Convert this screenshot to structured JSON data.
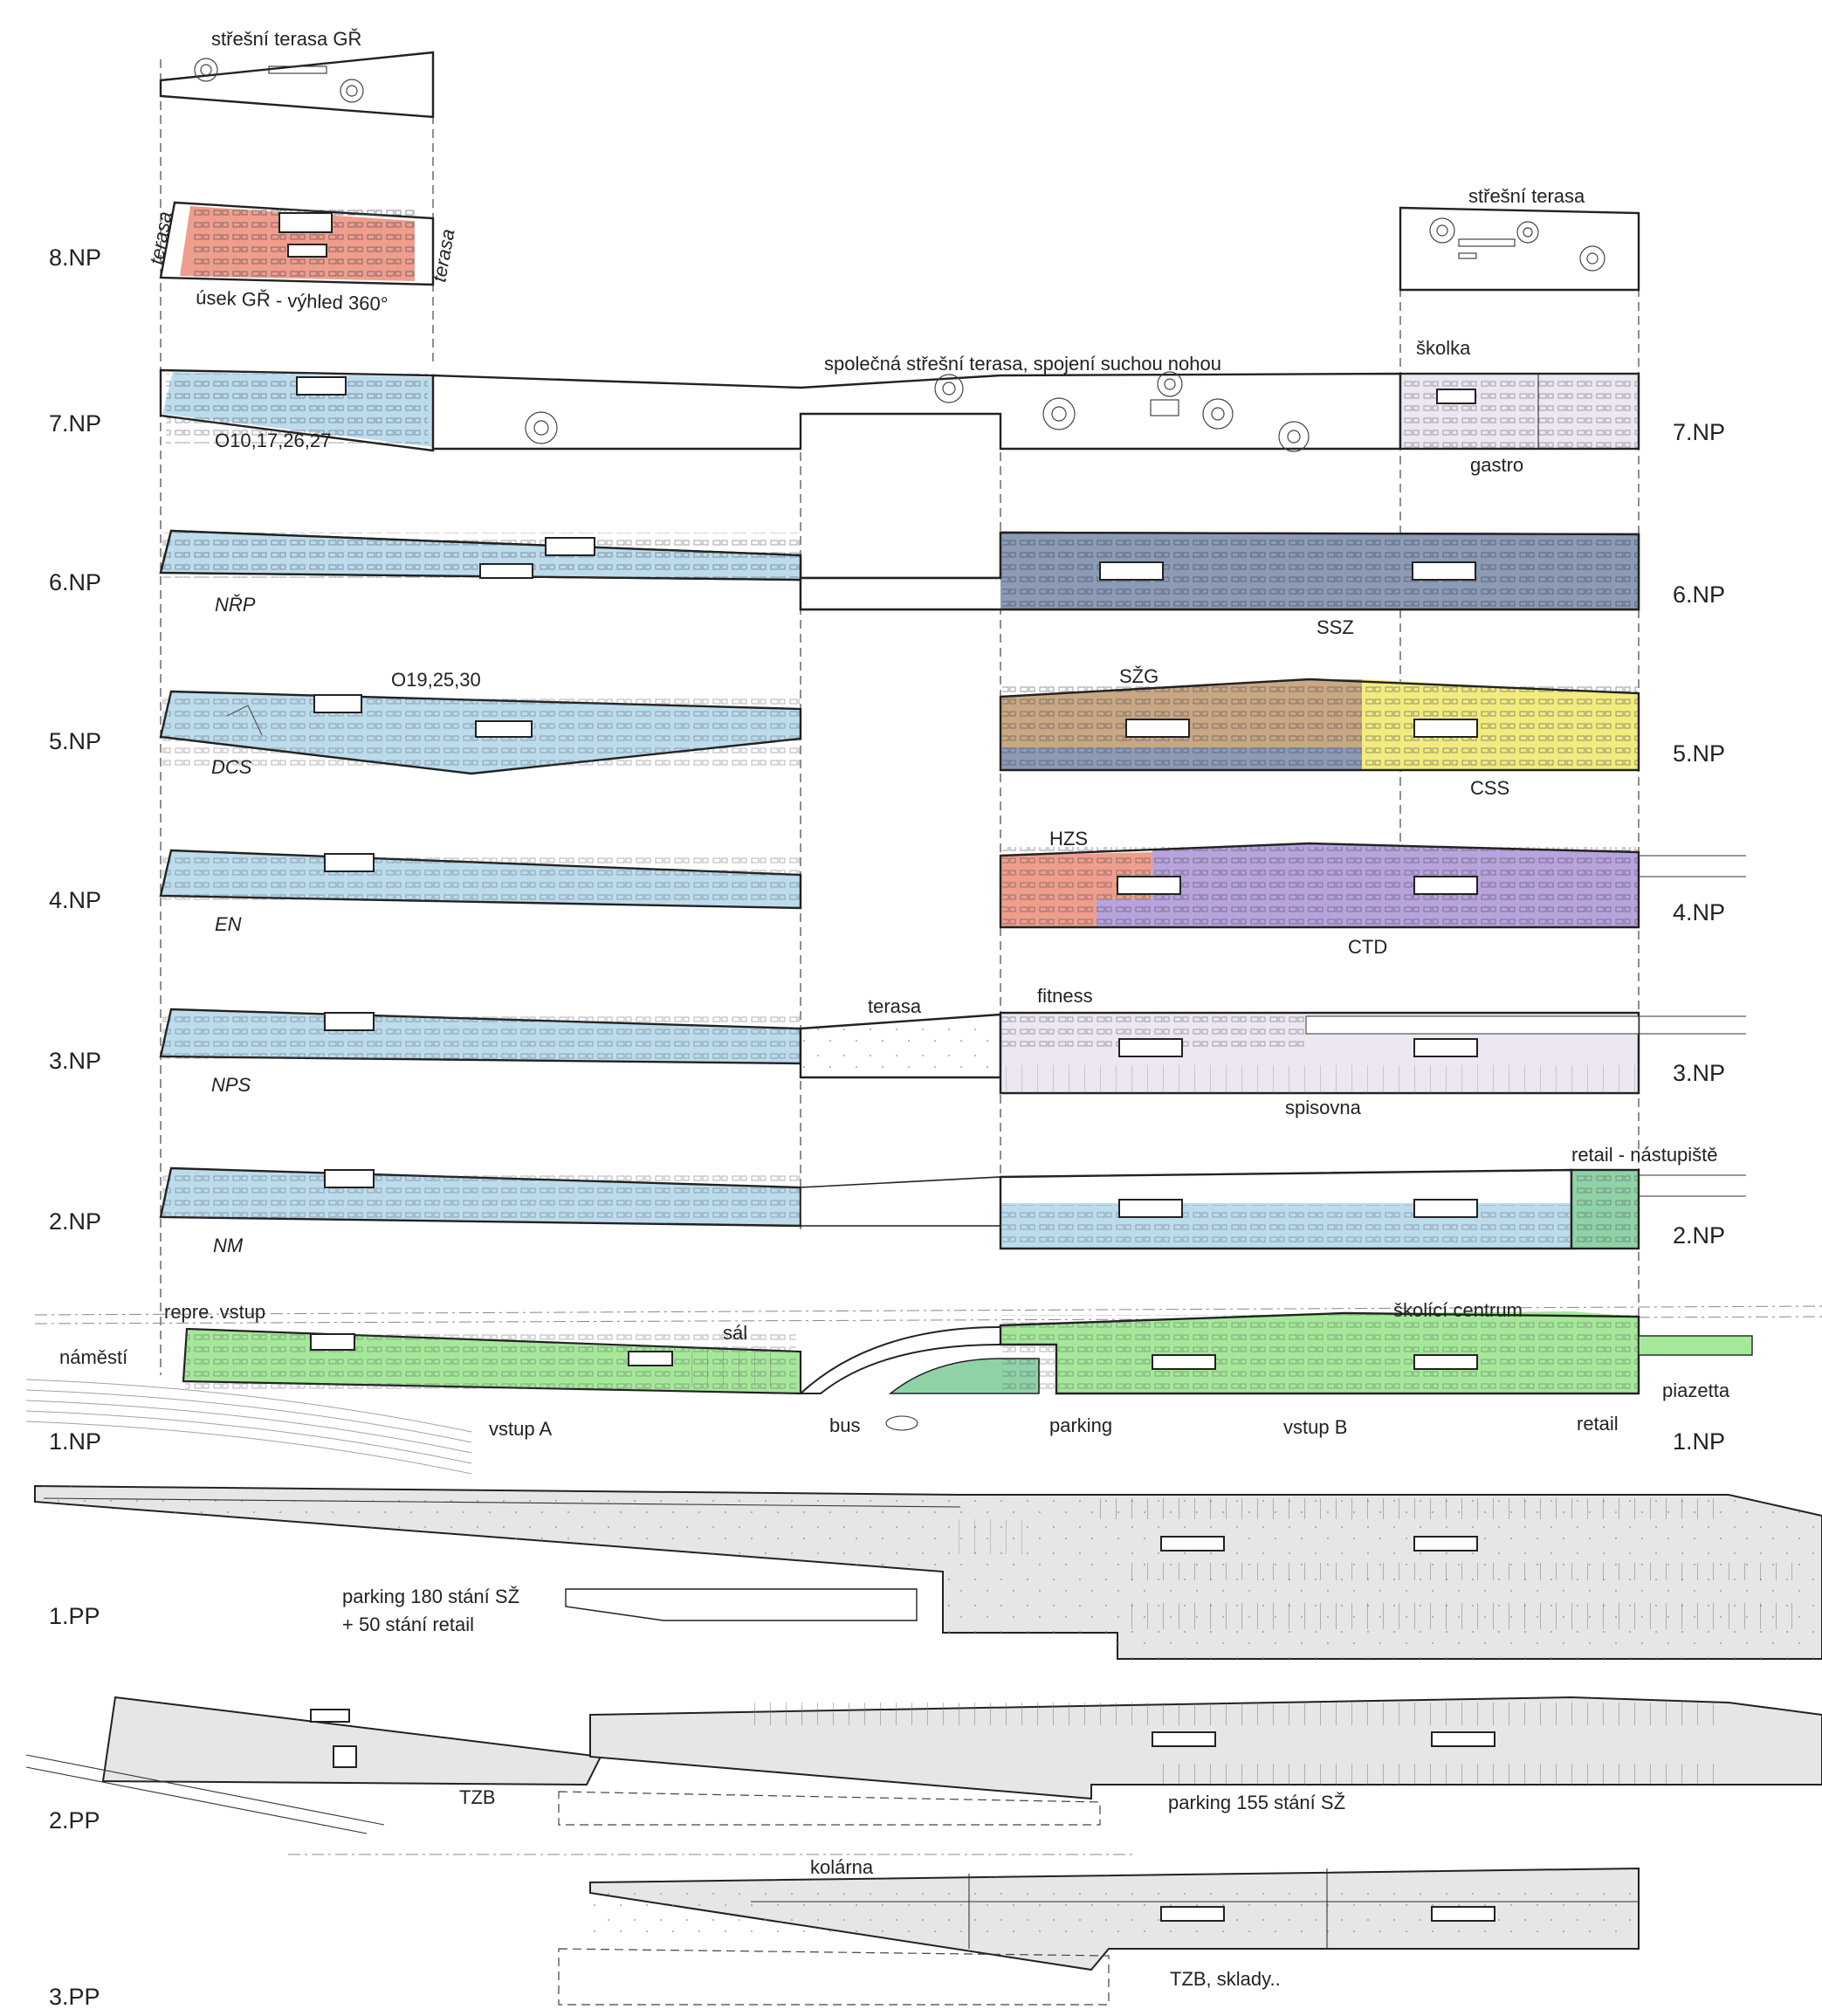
{
  "floor_labels_left": {
    "f8": "8.NP",
    "f7": "7.NP",
    "f6": "6.NP",
    "f5": "5.NP",
    "f4": "4.NP",
    "f3": "3.NP",
    "f2": "2.NP",
    "f1": "1.NP",
    "b1": "1.PP",
    "b2": "2.PP",
    "b3": "3.PP"
  },
  "floor_labels_right": {
    "f7": "7.NP",
    "f6": "6.NP",
    "f5": "5.NP",
    "f4": "4.NP",
    "f3": "3.NP",
    "f2": "2.NP",
    "f1": "1.NP"
  },
  "annotations": {
    "stresni_terasa_gr": "střešní terasa GŘ",
    "terasa_left": "terasa",
    "terasa_right": "terasa",
    "usek_gr": "úsek GŘ - výhled 360°",
    "stresni_terasa": "střešní terasa",
    "skolka": "školka",
    "spolecna_terasa": "společná střešní terasa, spojení suchou nohou",
    "o10": "O10,17,26,27",
    "gastro": "gastro",
    "nrp": "NŘP",
    "ssz": "SSZ",
    "szg": "SŽG",
    "o19": "O19,25,30",
    "dcs": "DCS",
    "css": "CSS",
    "hzs": "HZS",
    "en": "EN",
    "ctd": "CTD",
    "terasa_3np": "terasa",
    "fitness": "fitness",
    "nps": "NPS",
    "spisovna": "spisovna",
    "retail_nastupiste": "retail - nástupiště",
    "nm": "NM",
    "repre_vstup": "repre. vstup",
    "namesti": "náměstí",
    "sal": "sál",
    "skolici_centrum": "školící centrum",
    "piazetta": "piazetta",
    "vstup_a": "vstup A",
    "bus": "bus",
    "parking": "parking",
    "vstup_b": "vstup B",
    "retail": "retail",
    "parking_180_line1": "parking 180 stání SŽ",
    "parking_180_line2": "+ 50 stání retail",
    "tzb": "TZB",
    "parking_155": "parking 155 stání SŽ",
    "kolarna": "kolárna",
    "tzb_sklady": "TZB, sklady.."
  },
  "colors": {
    "office_blue": "#bcdcec",
    "slate": "#8b9bb5",
    "tan": "#c9a783",
    "yellow": "#f2ec7f",
    "salmon": "#ef9e8c",
    "lavender": "#b8a3dc",
    "green": "#a6e89a",
    "mint": "#8fd2a6",
    "grey_floor": "#e6e6e6",
    "pale_lilac": "#ece7f0"
  }
}
